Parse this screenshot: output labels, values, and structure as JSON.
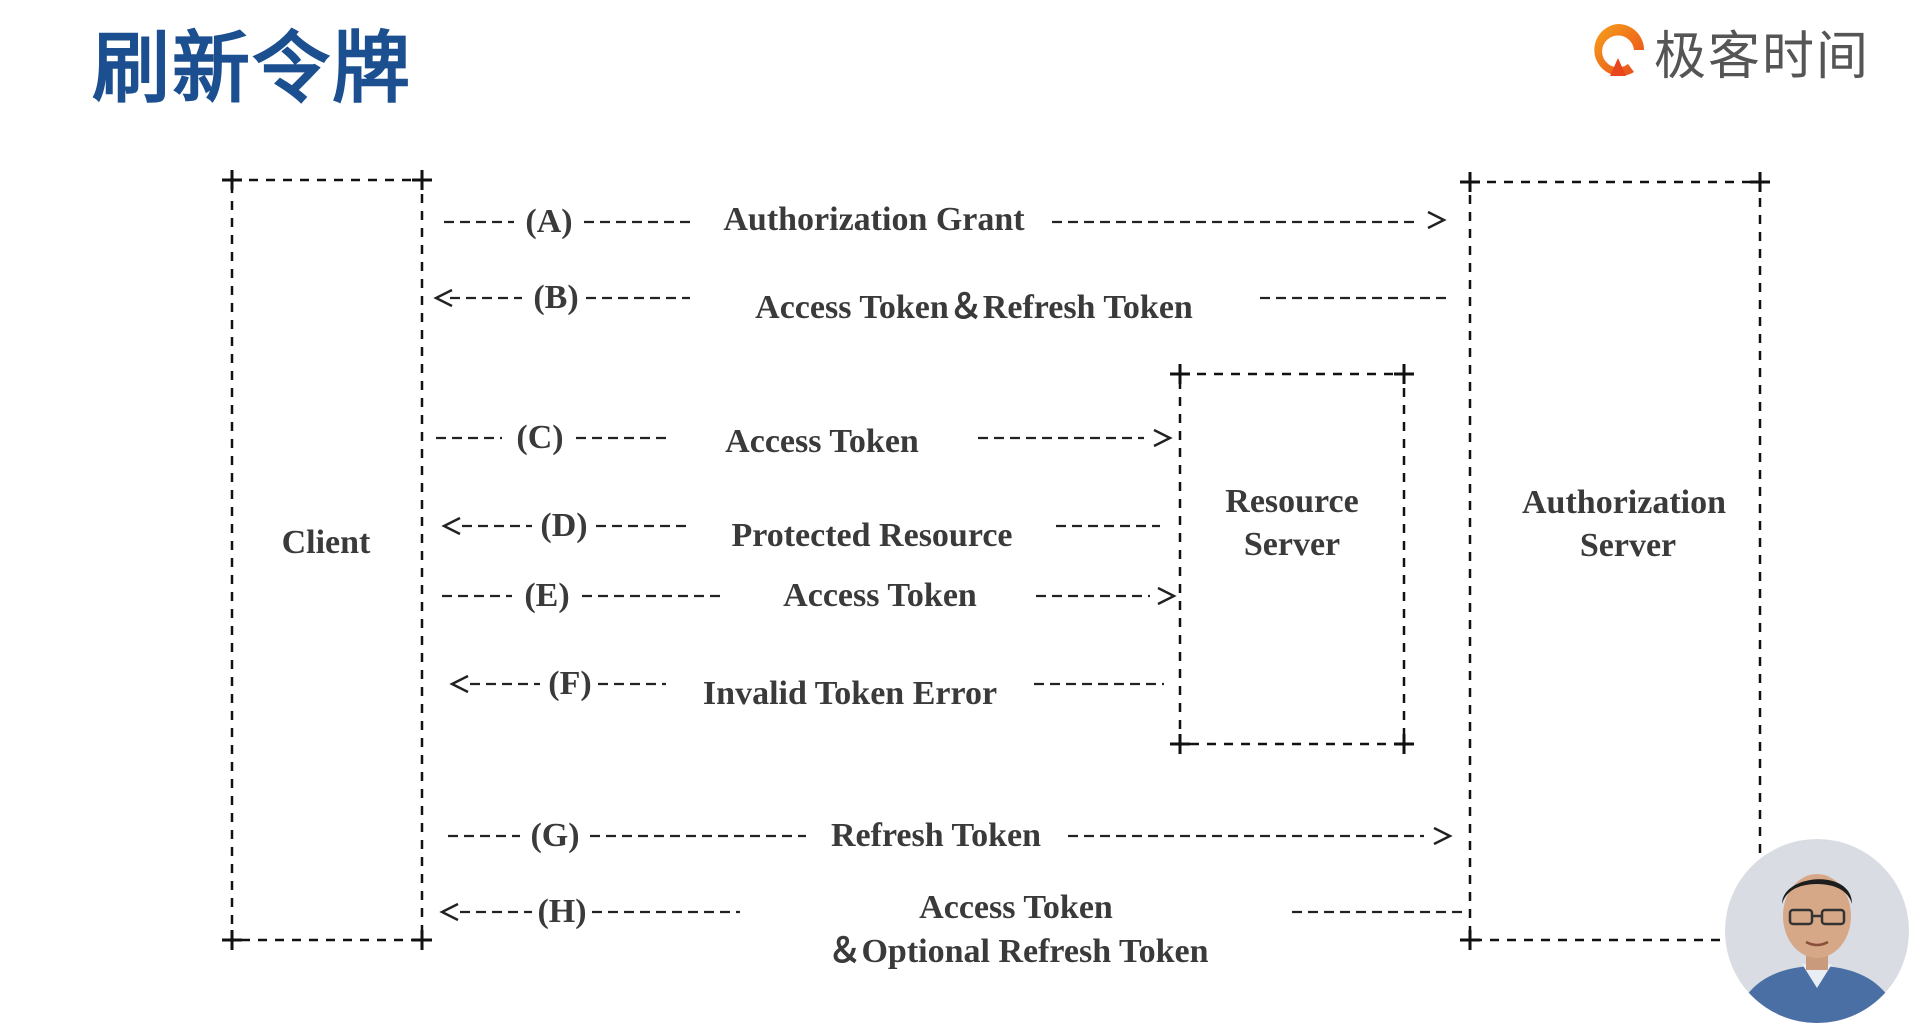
{
  "slide": {
    "title": "刷新令牌",
    "brand": "极客时间",
    "logo_icon": "geektime-logo-icon",
    "accent_color": "#1b4f8f"
  },
  "diagram": {
    "boxes": {
      "client": "Client",
      "resource_server_line1": "Resource",
      "resource_server_line2": "Server",
      "authorization_server_line1": "Authorization",
      "authorization_server_line2": "Server"
    },
    "steps": [
      {
        "id": "A",
        "marker": "(A)",
        "label": "Authorization Grant",
        "direction": "to-authorization-server"
      },
      {
        "id": "B",
        "marker": "(B)",
        "label": "Access Token＆Refresh Token",
        "direction": "to-client"
      },
      {
        "id": "C",
        "marker": "(C)",
        "label": "Access Token",
        "direction": "to-resource-server"
      },
      {
        "id": "D",
        "marker": "(D)",
        "label": "Protected Resource",
        "direction": "to-client"
      },
      {
        "id": "E",
        "marker": "(E)",
        "label": "Access Token",
        "direction": "to-resource-server"
      },
      {
        "id": "F",
        "marker": "(F)",
        "label": "Invalid Token Error",
        "direction": "to-client"
      },
      {
        "id": "G",
        "marker": "(G)",
        "label": "Refresh Token",
        "direction": "to-authorization-server"
      },
      {
        "id": "H",
        "marker": "(H)",
        "label": "Access Token",
        "label2": "＆Optional Refresh Token",
        "direction": "to-client"
      }
    ]
  },
  "presenter": {
    "avatar_icon": "presenter-avatar"
  }
}
